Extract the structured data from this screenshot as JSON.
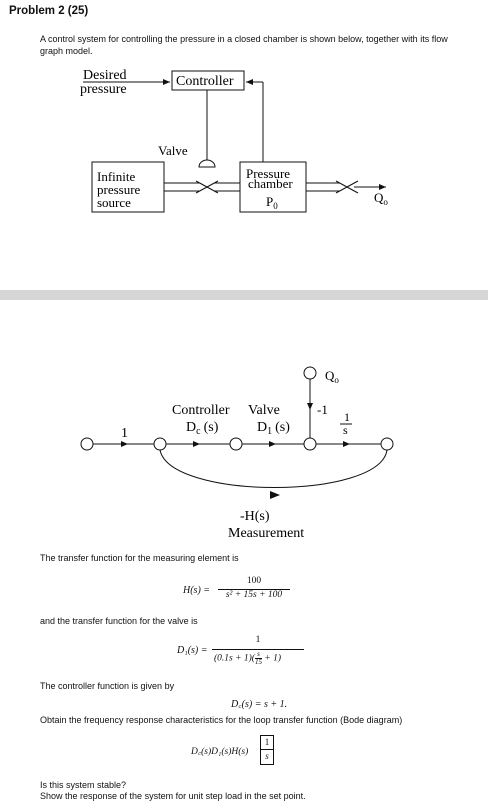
{
  "problem_title": "Problem 2 (25)",
  "intro": "A control system for controlling the pressure in a closed chamber is shown below, together with its flow graph model.",
  "block_diagram": {
    "desired_line1": "Desired",
    "desired_line2": "pressure",
    "controller": "Controller",
    "valve": "Valve",
    "source_line1": "Infinite",
    "source_line2": "pressure",
    "source_line3": "source",
    "chamber_line1": "Pressure",
    "chamber_line2": "chamber",
    "chamber_p": "P",
    "chamber_p_sub": "0",
    "q_out": "Q",
    "q_out_sub": "o"
  },
  "flow_graph": {
    "q_label": "Q",
    "q_sub": "o",
    "gain_one": "1",
    "controller_label": "Controller",
    "controller_tf": "D",
    "controller_tf_sub": "c",
    "controller_tf_arg": "(s)",
    "valve_label": "Valve",
    "valve_tf": "D",
    "valve_tf_sub": "1",
    "valve_tf_arg": "(s)",
    "minus_one": "-1",
    "integrator_num": "1",
    "integrator_den": "s",
    "feedback_tf": "-H(s)",
    "measurement": "Measurement"
  },
  "text": {
    "measuring_intro": "The transfer function for the measuring element is",
    "h_lhs": "H(s) =",
    "h_num": "100",
    "h_den": "s² + 15s + 100",
    "valve_intro": "and the transfer function for the valve is",
    "d1_lhs": "D₁(s) =",
    "d1_num": "1",
    "d1_den_a": "(0.1s + 1)(",
    "d1_den_frac_num": "s",
    "d1_den_frac_den": "15",
    "d1_den_b": " + 1)",
    "controller_intro": "The controller function is given by",
    "dc_eq": "D꜀(s) = s + 1.",
    "bode_line": "Obtain the frequency response characteristics for the loop transfer function (Bode diagram)",
    "loop_tf": "D꜀(s)D₁(s)H(s)",
    "loop_num": "1",
    "loop_den": "s",
    "stability_q": "Is this system stable?",
    "response_q": "Show the response of the system for unit step load in the set point."
  }
}
